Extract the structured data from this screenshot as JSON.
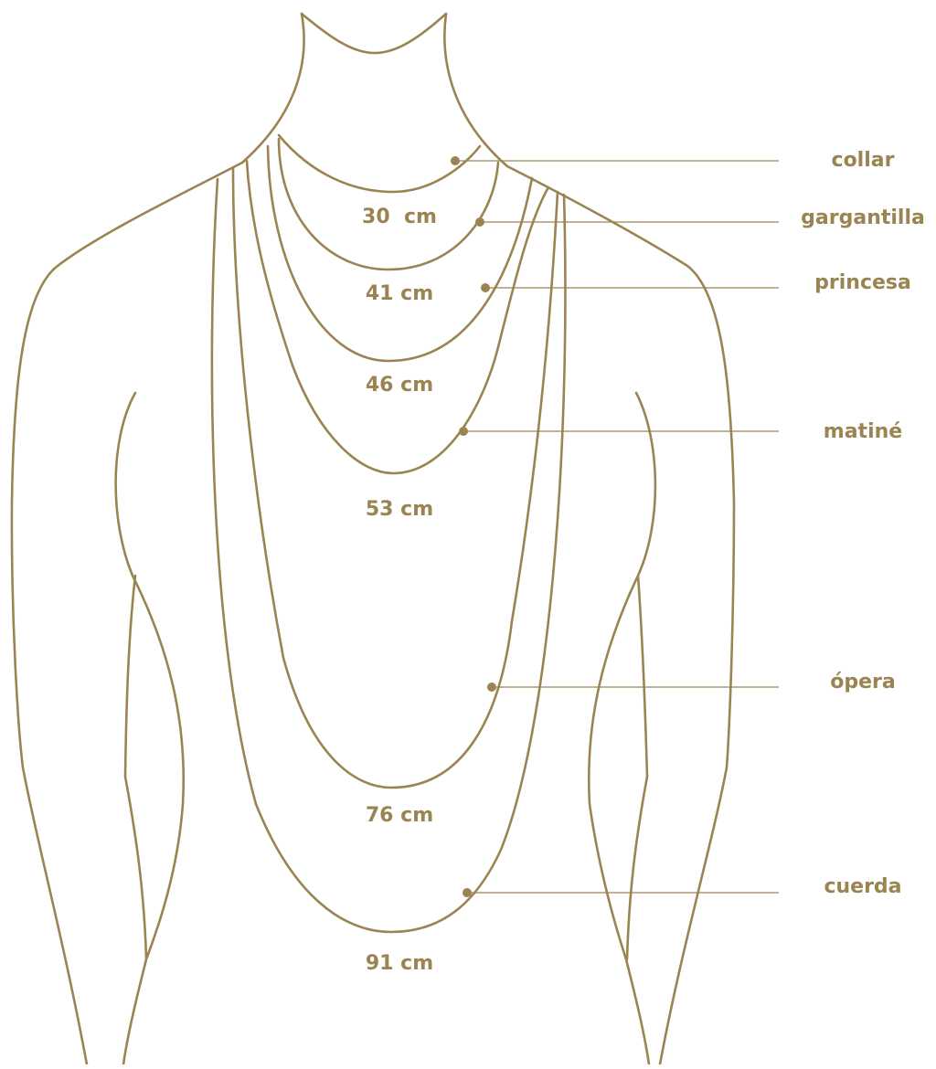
{
  "colors": {
    "ink": "#9a8451",
    "background": "#ffffff"
  },
  "lengths": {
    "collar": "30  cm",
    "gargantilla": "41 cm",
    "princesa": "46 cm",
    "matine": "53 cm",
    "opera": "76 cm",
    "cuerda": "91 cm"
  },
  "names": {
    "collar": "collar",
    "gargantilla": "gargantilla",
    "princesa": "princesa",
    "matine": "matiné",
    "opera": "ópera",
    "cuerda": "cuerda"
  }
}
